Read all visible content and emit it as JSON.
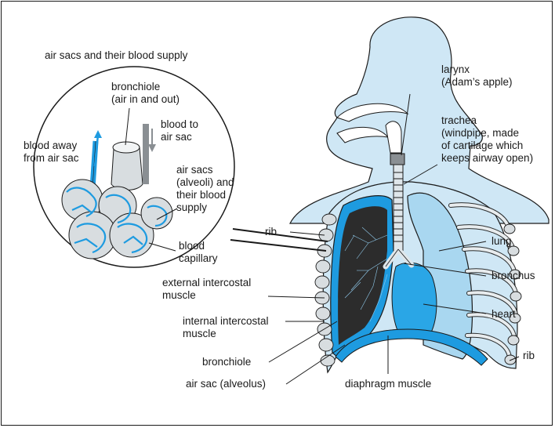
{
  "inset": {
    "title": "air sacs and their blood supply",
    "bronchiole": "bronchiole\n(air in and out)",
    "blood_to": "blood to\nair sac",
    "blood_away": "blood away\nfrom air sac",
    "air_sacs": "air sacs\n(alveoli) and\ntheir blood\nsupply",
    "capillary": "blood\ncapillary"
  },
  "labels": {
    "larynx": "larynx\n(Adam’s apple)",
    "trachea": "trachea\n(windpipe, made\nof cartilage which\nkeeps airway open)",
    "rib_left": "rib",
    "lung": "lung",
    "bronchus": "bronchus",
    "heart": "heart",
    "rib_right": "rib",
    "external_intercostal": "external intercostal\nmuscle",
    "internal_intercostal": "internal intercostal\nmuscle",
    "bronchiole": "bronchiole",
    "air_sac": "air sac (alveolus)",
    "diaphragm": "diaphragm muscle"
  },
  "colors": {
    "body_fill": "#cfe7f5",
    "lung_fill": "#a9d7f0",
    "accent_blue": "#1e9be0",
    "heart_blue": "#2aa6e6",
    "line": "#1a1a1a"
  }
}
